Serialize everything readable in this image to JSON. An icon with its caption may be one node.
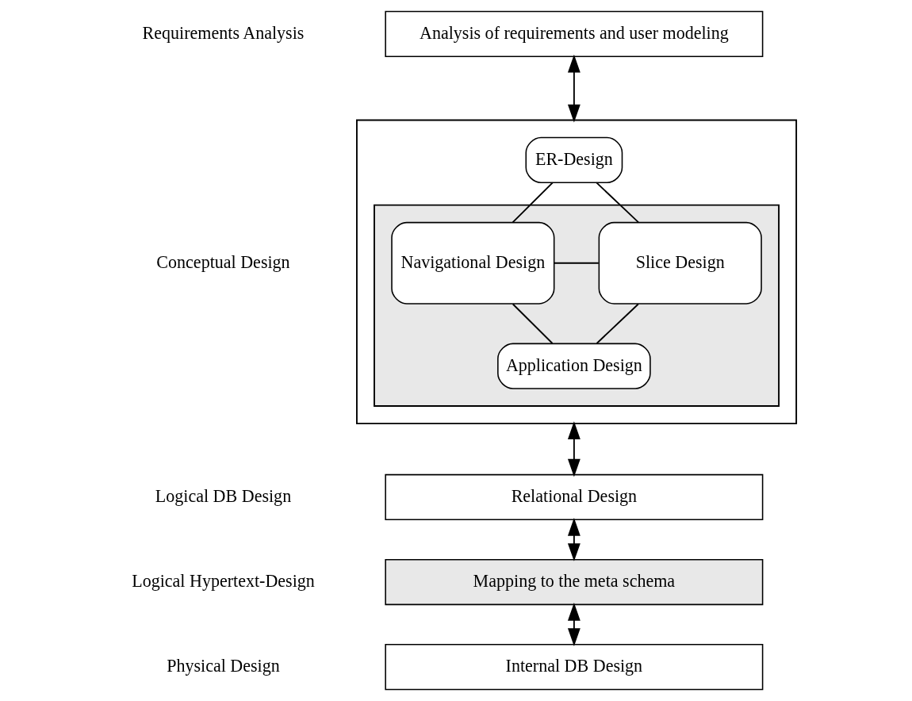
{
  "diagram": {
    "nodes": [
      {
        "text": [
          "Analysis of requirements and user modeling"
        ]
      },
      {
        "text": [],
        "shape": "box"
      },
      {
        "text": [
          "ER-Design"
        ],
        "in": 1
      },
      {
        "text": [],
        "shape": "box",
        "in": 1
      },
      {
        "text": [
          "Navigational Design"
        ],
        "in": 3
      },
      {
        "text": [
          "Slice Design"
        ],
        "in": 3
      },
      {
        "text": [
          "Application Design"
        ],
        "in": 3
      },
      {
        "text": [
          "Relational Design"
        ]
      },
      {
        "text": [
          "Mapping to the meta schema"
        ]
      },
      {
        "text": [
          "Internal DB Design"
        ]
      }
    ],
    "edges": [
      {
        "from": 0,
        "to": 1,
        "arrow": "both"
      },
      {
        "from": 2,
        "to": 4,
        "arrow": "none"
      },
      {
        "from": 2,
        "to": 5,
        "arrow": "none"
      },
      {
        "from": 4,
        "to": 5,
        "arrow": "none"
      },
      {
        "from": 4,
        "to": 6,
        "arrow": "none"
      },
      {
        "from": 5,
        "to": 6,
        "arrow": "none"
      },
      {
        "from": 1,
        "to": 7,
        "arrow": "both"
      },
      {
        "from": 7,
        "to": 8,
        "arrow": "both"
      },
      {
        "from": 8,
        "to": 9,
        "arrow": "both"
      }
    ],
    "labels": [
      "Requirements Analysis",
      "Conceptual Design",
      "Logical DB Design",
      "Logical Hypertext-Design",
      "Physical Design"
    ]
  }
}
